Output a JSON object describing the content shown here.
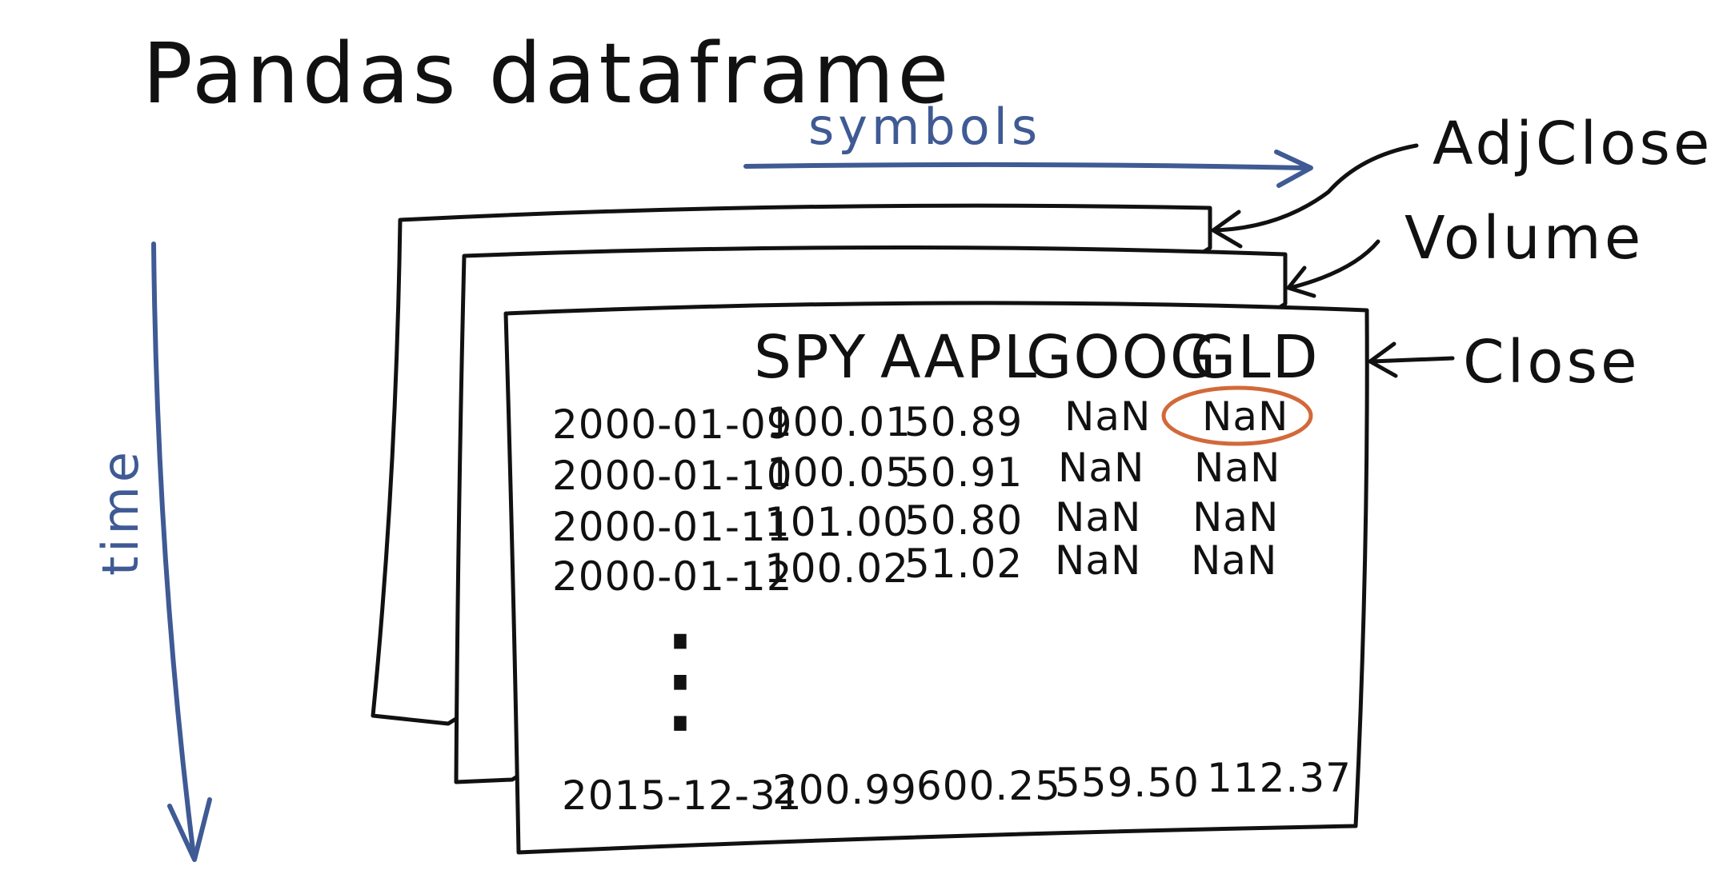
{
  "title": "Pandas dataframe",
  "axes": {
    "horizontal_label": "symbols",
    "vertical_label": "time",
    "color": "#3f5a94"
  },
  "frames": [
    {
      "label": "AdjClose"
    },
    {
      "label": "Volume"
    },
    {
      "label": "Close"
    }
  ],
  "table": {
    "columns": [
      "SPY",
      "AAPL",
      "GOOG",
      "GLD"
    ],
    "rows": [
      {
        "date": "2000-01-09",
        "values": [
          "100.01",
          "50.89",
          "NaN",
          "NaN"
        ]
      },
      {
        "date": "2000-01-10",
        "values": [
          "100.05",
          "50.91",
          "NaN",
          "NaN"
        ]
      },
      {
        "date": "2000-01-11",
        "values": [
          "101.00",
          "50.80",
          "NaN",
          "NaN"
        ]
      },
      {
        "date": "2000-01-12",
        "values": [
          "100.02",
          "51.02",
          "NaN",
          "NaN"
        ]
      }
    ],
    "ellipsis": "⋮",
    "last_row": {
      "date": "2015-12-31",
      "values": [
        "200.99",
        "600.25",
        "559.50",
        "112.37"
      ]
    },
    "highlighted_cell_color": "#d2693a"
  }
}
